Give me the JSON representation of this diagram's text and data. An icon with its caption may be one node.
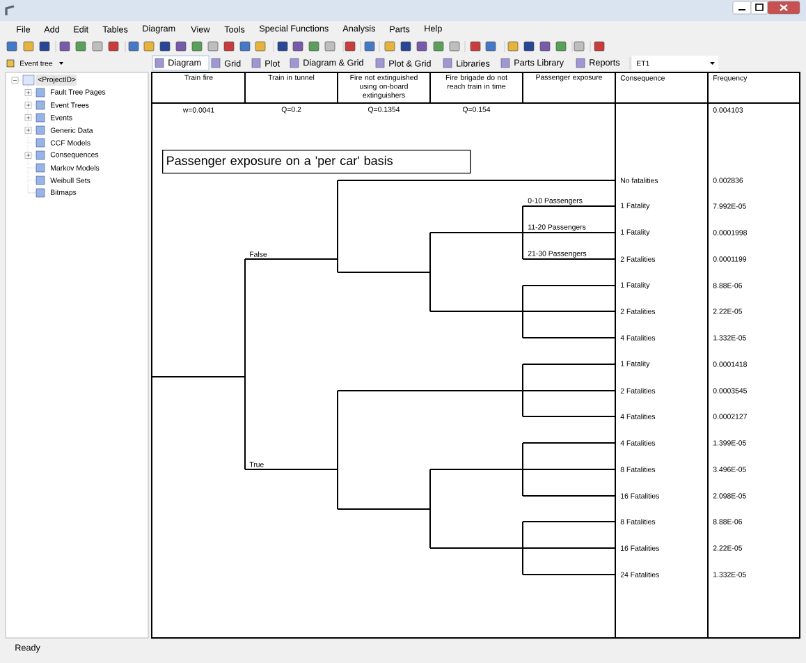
{
  "diagram": {
    "nodes": [
      {
        "text": [
          "Passenger exposure on a 'per car' basis"
        ]
      }
    ],
    "labels": [
      "File",
      "Add",
      "Edit",
      "Tables",
      "Diagram",
      "View",
      "Tools",
      "Special Functions",
      "Analysis",
      "Parts",
      "Help",
      "Event tree",
      "Diagram",
      "Grid",
      "Plot",
      "Diagram & Grid",
      "Plot & Grid",
      "Libraries",
      "Parts Library",
      "Reports",
      "ET1",
      "<ProjectID>",
      "Fault Tree Pages",
      "Event Trees",
      "Events",
      "Generic Data",
      "CCF Models",
      "Consequences",
      "Markov Models",
      "Weibull Sets",
      "Bitmaps",
      "Train fire",
      "Train in tunnel",
      "Fire not extinguished using on-board extinguishers",
      "Fire brigade do not reach train in time",
      "Passenger exposure",
      "Consequence",
      "Frequency",
      "w=0.0041",
      "Q=0.2",
      "Q=0.1354",
      "Q=0.154",
      "0.004103",
      "False",
      "True",
      "0-10 Passengers",
      "11-20 Passengers",
      "21-30 Passengers",
      "No fatalities",
      "0.002836",
      "1 Fatality",
      "7.992E-05",
      "1 Fatality",
      "0.0001998",
      "2 Fatalities",
      "0.0001199",
      "1 Fatality",
      "8.88E-06",
      "2 Fatalities",
      "2.22E-05",
      "4 Fatalities",
      "1.332E-05",
      "1 Fatality",
      "0.0001418",
      "2 Fatalities",
      "0.0003545",
      "4 Fatalities",
      "0.0002127",
      "4 Fatalities",
      "1.399E-05",
      "8 Fatalities",
      "3.496E-05",
      "16 Fatalities",
      "2.098E-05",
      "8 Fatalities",
      "8.88E-06",
      "16 Fatalities",
      "2.22E-05",
      "24 Fatalities",
      "1.332E-05",
      "Ready"
    ]
  }
}
